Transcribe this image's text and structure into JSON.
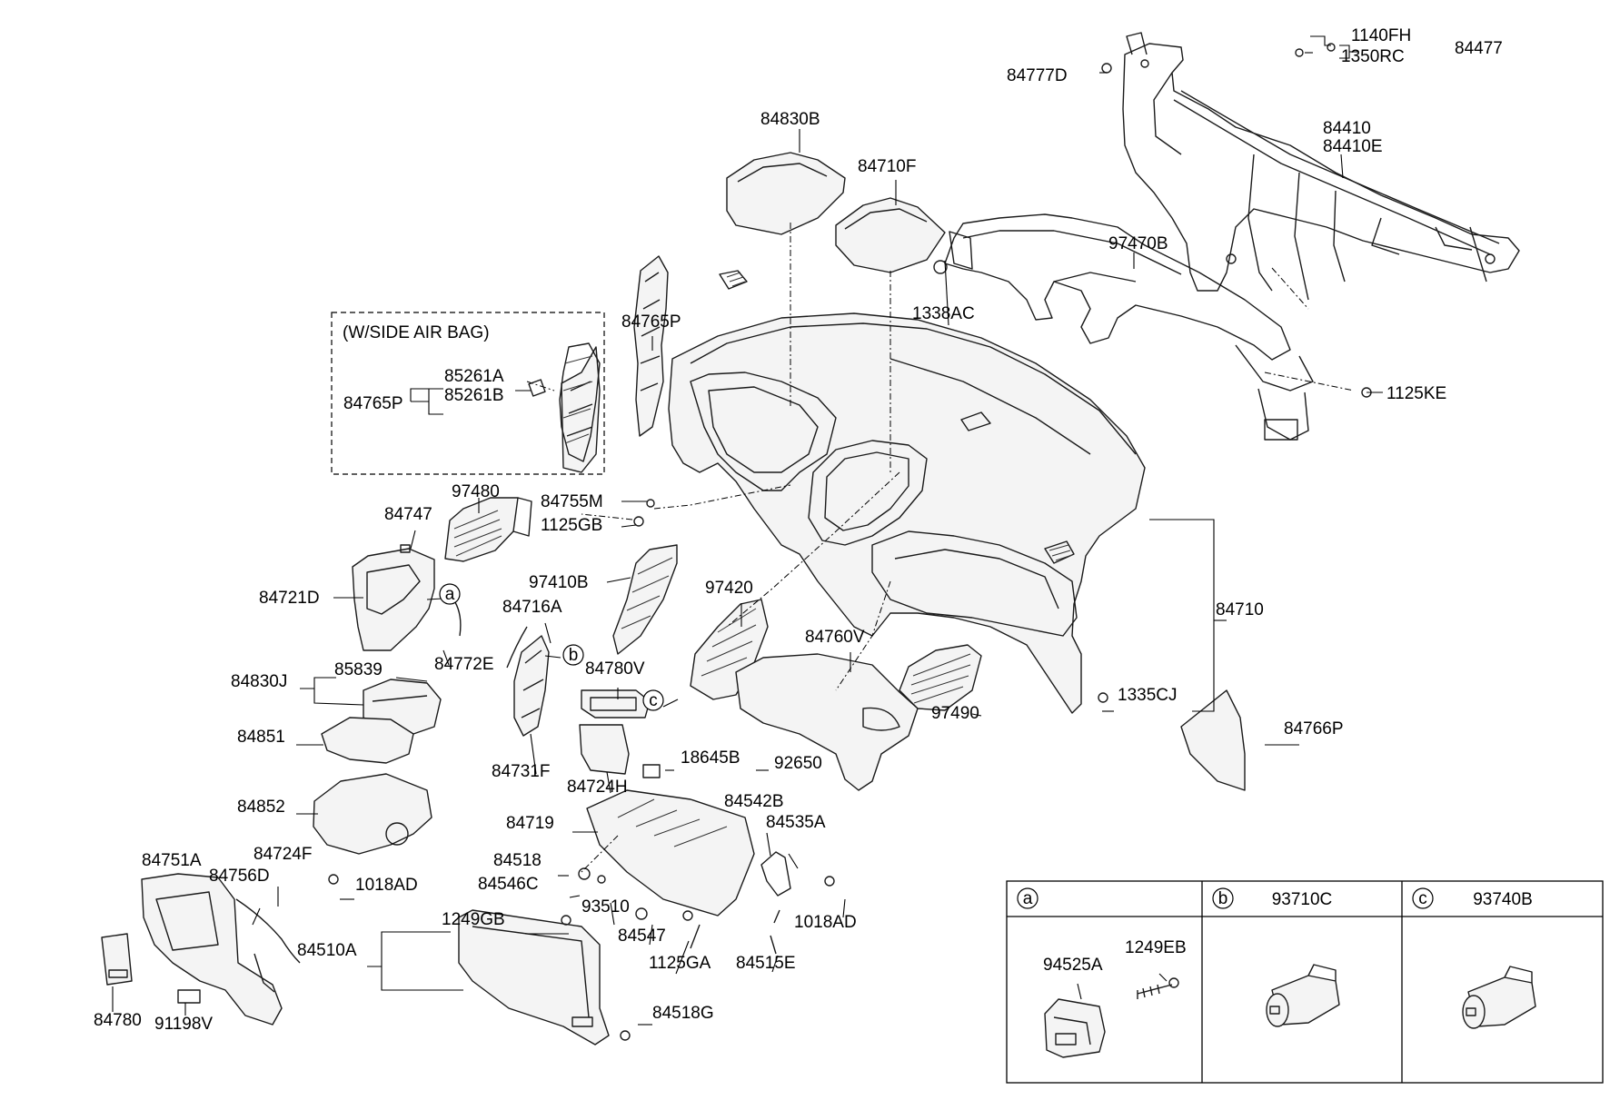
{
  "side_air_bag_note": "(W/SIDE AIR BAG)",
  "part_labels": {
    "p1140FH": "1140FH",
    "p1350RC": "1350RC",
    "p84477": "84477",
    "p84777D": "84777D",
    "p84830B": "84830B",
    "p84710F": "84710F",
    "p84410": "84410",
    "p84410E": "84410E",
    "p97470B": "97470B",
    "p1338AC": "1338AC",
    "p84765P_a": "84765P",
    "p85261A": "85261A",
    "p84765P_b": "84765P",
    "p85261B": "85261B",
    "p1125KE": "1125KE",
    "p97480": "97480",
    "p84755M": "84755M",
    "p84747": "84747",
    "p1125GB": "1125GB",
    "p84721D": "84721D",
    "p97410B": "97410B",
    "p97420": "97420",
    "p84716A": "84716A",
    "p84710": "84710",
    "p84772E": "84772E",
    "p84760V": "84760V",
    "p84830J": "84830J",
    "p85839": "85839",
    "p84780V": "84780V",
    "p1335CJ": "1335CJ",
    "p97490": "97490",
    "p84766P": "84766P",
    "p84851": "84851",
    "p84731F": "84731F",
    "p18645B": "18645B",
    "p92650": "92650",
    "p84724H": "84724H",
    "p84852": "84852",
    "p84542B": "84542B",
    "p84719": "84719",
    "p84535A": "84535A",
    "p84751A": "84751A",
    "p84724F": "84724F",
    "p84518": "84518",
    "p84756D": "84756D",
    "p1018AD_a": "1018AD",
    "p84546C": "84546C",
    "p93510": "93510",
    "p1018AD_b": "1018AD",
    "p1249GB": "1249GB",
    "p84547": "84547",
    "p84510A": "84510A",
    "p1125GA": "1125GA",
    "p84515E": "84515E",
    "p84780": "84780",
    "p91198V": "91198V",
    "p84518G": "84518G"
  },
  "callouts": {
    "a": "a",
    "b": "b",
    "c": "c"
  },
  "detail_table": {
    "col_a": {
      "letter": "a",
      "title": ""
    },
    "col_b": {
      "letter": "b",
      "title": "93710C"
    },
    "col_c": {
      "letter": "c",
      "title": "93740B"
    },
    "a_parts": {
      "p94525A": "94525A",
      "p1249EB": "1249EB"
    }
  }
}
